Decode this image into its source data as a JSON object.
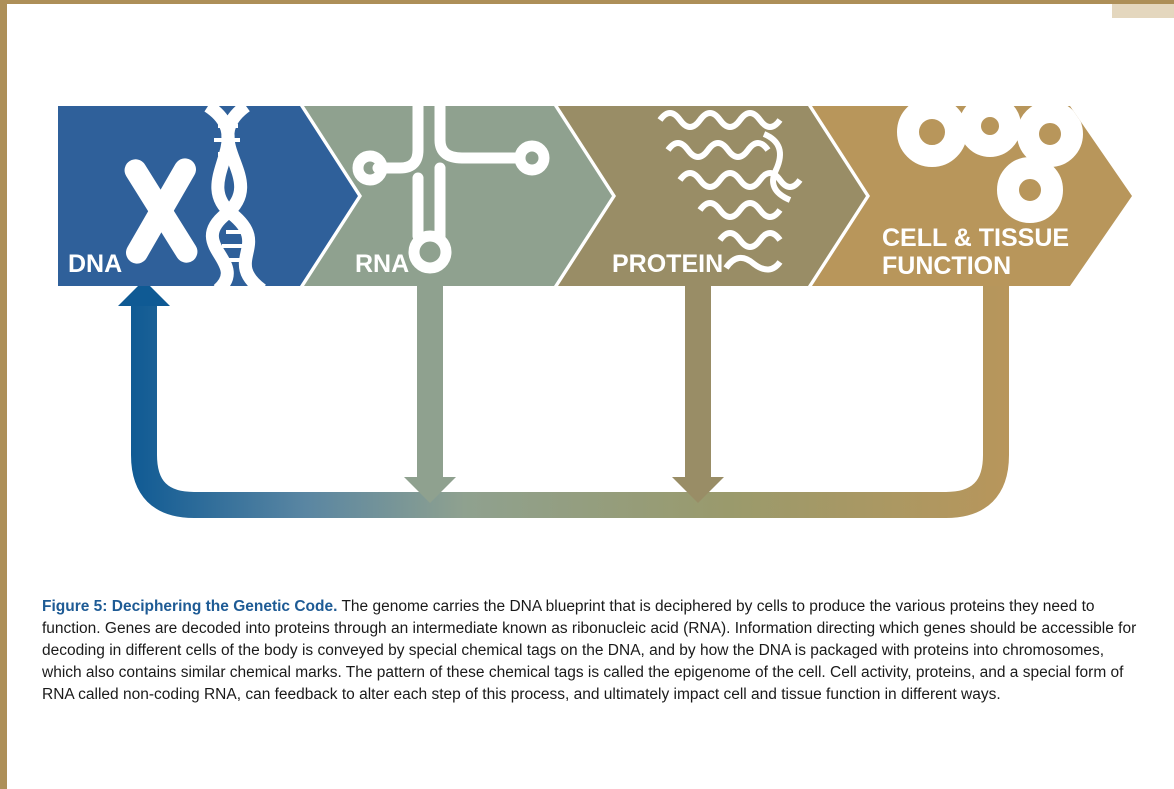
{
  "colors": {
    "frame": "#ad8f58",
    "dna": "#2f609a",
    "rna": "#8fa18f",
    "protein": "#998d66",
    "cell": "#b8965b",
    "caption_title": "#1e5b95"
  },
  "stages": [
    {
      "label_lines": [
        "DNA"
      ]
    },
    {
      "label_lines": [
        "RNA"
      ]
    },
    {
      "label_lines": [
        "PROTEIN"
      ]
    },
    {
      "label_lines": [
        "CELL & TISSUE",
        "FUNCTION"
      ]
    }
  ],
  "caption": {
    "title": "Figure 5: Deciphering the Genetic Code.",
    "body": "The genome carries the DNA blueprint that is deciphered by cells to produce the various proteins they need to function. Genes are decoded into proteins through an intermediate known as ribonucleic acid (RNA). Information directing which genes should be accessible for decoding in different cells of the body is conveyed by special chemical tags on the DNA, and by how the DNA is packaged with proteins into chromosomes, which also contains similar chemical marks. The pattern of these chemical tags is called the epigenome of the cell. Cell activity, proteins, and a special form of RNA called non-coding RNA, can feedback to alter each step of this process, and ultimately impact cell and tissue function in different ways."
  }
}
